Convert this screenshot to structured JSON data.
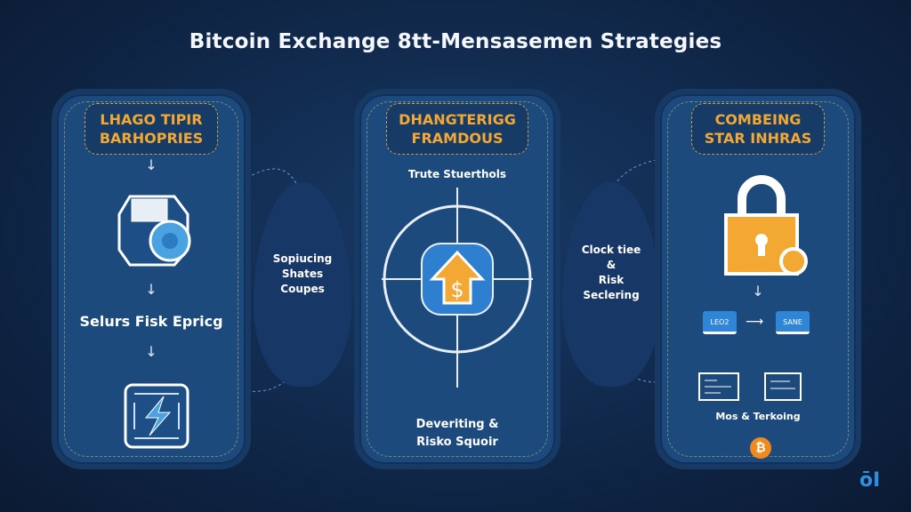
{
  "title": "Bitcoin Exchange 8tt-Mensasemen Strategies",
  "panels": [
    {
      "heading_line1": "LHAGO TIPIR",
      "heading_line2": "BARHOPRIES",
      "caption": "Selurs Fisk Epricg"
    },
    {
      "heading_line1": "DHANGTERIGG",
      "heading_line2": "FRAMDOUS",
      "subtitle": "Trute Stuerthols",
      "caption_line1": "Deveriting &",
      "caption_line2": "Risko Squoir"
    },
    {
      "heading_line1": "COMBEING",
      "heading_line2": "STAR INHRAS",
      "laptop_left": "LEO2",
      "laptop_right": "SANE",
      "caption": "Mos & Terkoing"
    }
  ],
  "connectors": [
    {
      "line1": "Sopiucing",
      "line2": "Shates",
      "line3": "Coupes"
    },
    {
      "line1": "Clock tiee",
      "line2": "&",
      "line3": "Risk",
      "line4": "Seclering"
    }
  ],
  "colors": {
    "accent": "#f3a834",
    "panel": "#1c4a7c",
    "bg": "#10284a"
  }
}
